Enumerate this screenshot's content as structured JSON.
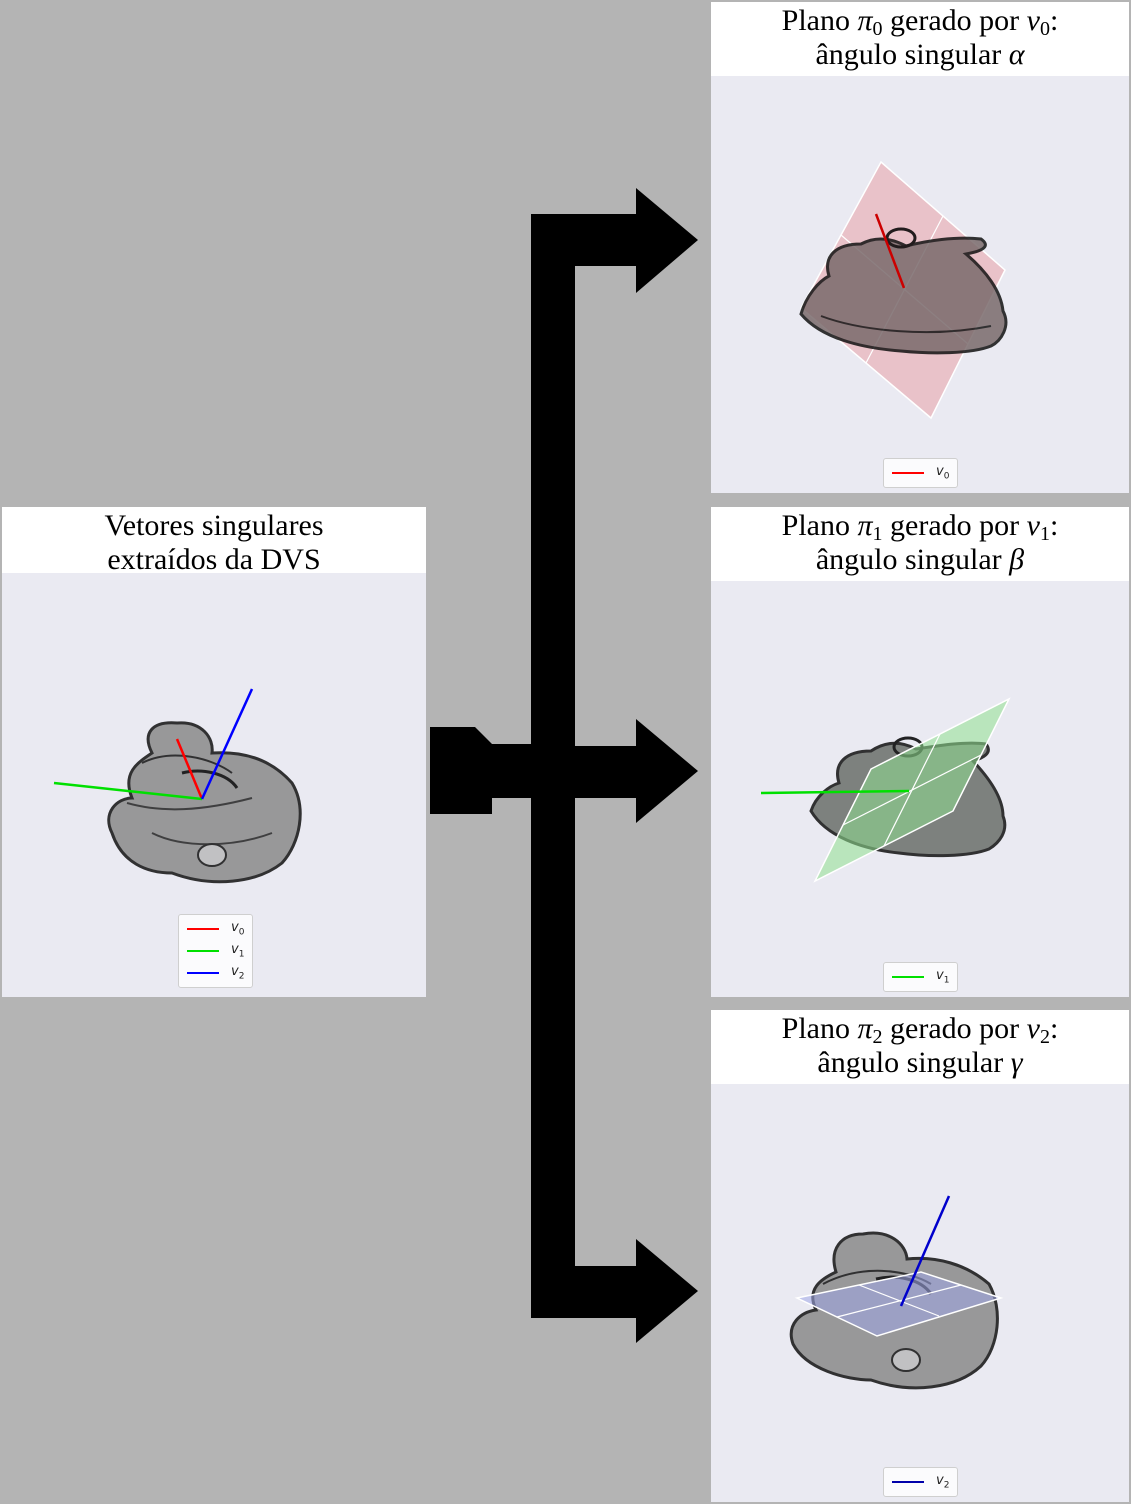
{
  "panels": {
    "main": {
      "title_line1": "Vetores singulares",
      "title_line2": "extraídos da DVS",
      "legend": [
        {
          "label": "v",
          "sub": "0",
          "color": "#ff0000"
        },
        {
          "label": "v",
          "sub": "1",
          "color": "#00e000"
        },
        {
          "label": "v",
          "sub": "2",
          "color": "#0000ff"
        }
      ]
    },
    "plane0": {
      "title_prefix": "Plano ",
      "pi": "π",
      "pi_sub": "0",
      "title_mid": " gerado por ",
      "v": "v",
      "v_sub": "0",
      "title_end": ":",
      "title_line2_prefix": "ângulo singular ",
      "angle": "α",
      "legend": {
        "label": "v",
        "sub": "0",
        "color": "#ff0000"
      },
      "plane_color": "#e8a0a8"
    },
    "plane1": {
      "title_prefix": "Plano ",
      "pi": "π",
      "pi_sub": "1",
      "title_mid": " gerado por ",
      "v": "v",
      "v_sub": "1",
      "title_end": ":",
      "title_line2_prefix": "ângulo singular ",
      "angle": "β",
      "legend": {
        "label": "v",
        "sub": "1",
        "color": "#00e000"
      },
      "plane_color": "#90e090"
    },
    "plane2": {
      "title_prefix": "Plano ",
      "pi": "π",
      "pi_sub": "2",
      "title_mid": " gerado por ",
      "v": "v",
      "v_sub": "2",
      "title_end": ":",
      "title_line2_prefix": "ângulo singular ",
      "angle": "γ",
      "legend": {
        "label": "v",
        "sub": "2",
        "color": "#0000aa"
      },
      "plane_color": "#a0a8e8"
    }
  },
  "colors": {
    "background": "#b4b4b4",
    "plot_background": "#eaeaf2",
    "arrow": "#000000"
  }
}
